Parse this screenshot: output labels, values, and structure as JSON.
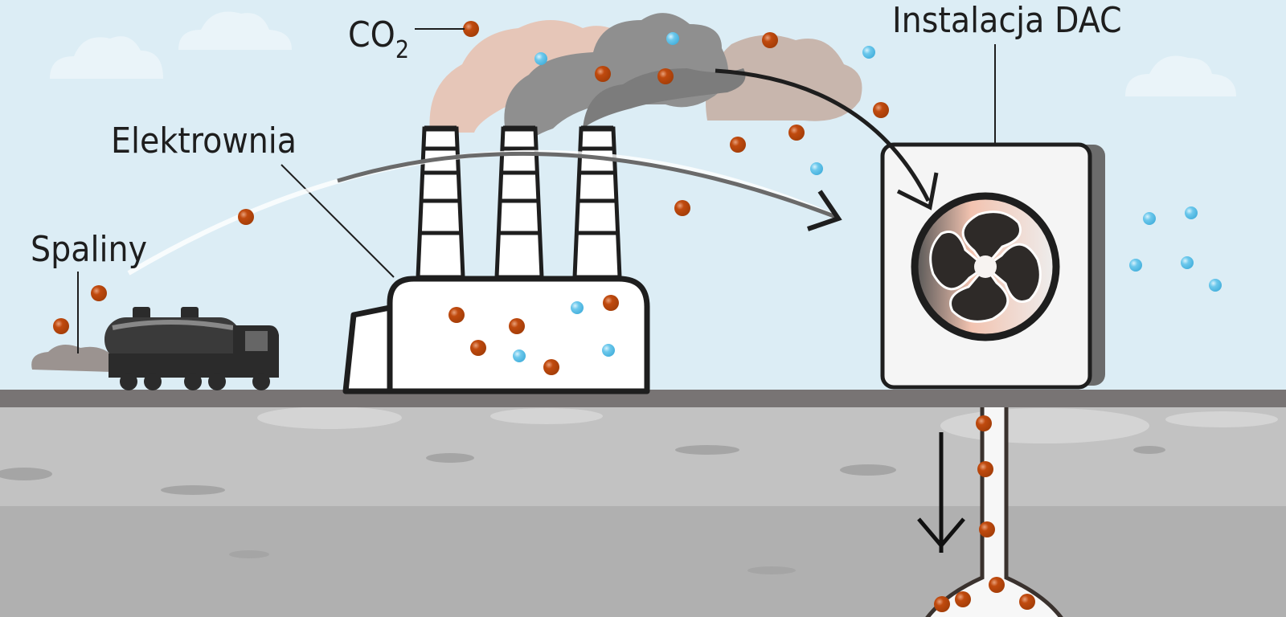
{
  "labels": {
    "co2": "CO",
    "co2_sub": "2",
    "dac": "Instalacja DAC",
    "power_plant": "Elektrownia",
    "exhaust": "Spaliny"
  },
  "colors": {
    "sky": "#dcedf5",
    "co2_particle": "#c04a0e",
    "air_particle": "#5bbfe6",
    "ground_surface": "#787474",
    "underground": "#b8b8b8",
    "outline": "#1e1e1e"
  }
}
